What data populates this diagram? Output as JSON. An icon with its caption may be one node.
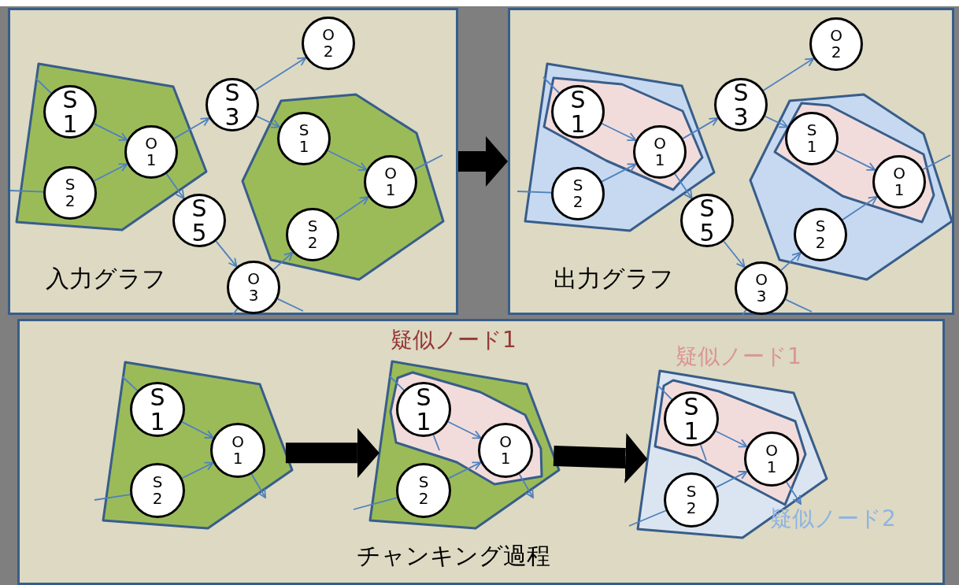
{
  "diagram": {
    "nodes": [
      {
        "text": [
          "入力グラフ"
        ]
      },
      {
        "text": [],
        "shape": "polygon",
        "in": 0
      },
      {
        "text": [
          "S 1"
        ],
        "in": 1
      },
      {
        "text": [
          "S 2"
        ],
        "in": 1
      },
      {
        "text": [
          "O 1"
        ],
        "in": 1
      },
      {
        "text": [
          "S 3"
        ],
        "in": 0
      },
      {
        "text": [
          "O 2"
        ],
        "in": 0
      },
      {
        "text": [],
        "shape": "polygon",
        "in": 0
      },
      {
        "text": [
          "S 1"
        ],
        "in": 7
      },
      {
        "text": [
          "O 1"
        ],
        "in": 7
      },
      {
        "text": [
          "S 2"
        ],
        "in": 7
      },
      {
        "text": [
          "S 5"
        ],
        "in": 0
      },
      {
        "text": [
          "O 3"
        ],
        "in": 0
      },
      {
        "text": [
          "出力グラフ"
        ]
      },
      {
        "text": [],
        "shape": "polygon",
        "in": 13
      },
      {
        "text": [],
        "shape": "polygon",
        "in": 14
      },
      {
        "text": [
          "S 1"
        ],
        "in": 15
      },
      {
        "text": [
          "O 1"
        ],
        "in": 15
      },
      {
        "text": [
          "S 2"
        ],
        "in": 14
      },
      {
        "text": [
          "S 3"
        ],
        "in": 13
      },
      {
        "text": [
          "O 2"
        ],
        "in": 13
      },
      {
        "text": [],
        "shape": "polygon",
        "in": 13
      },
      {
        "text": [],
        "shape": "polygon",
        "in": 21
      },
      {
        "text": [
          "S 1"
        ],
        "in": 22
      },
      {
        "text": [
          "O 1"
        ],
        "in": 22
      },
      {
        "text": [
          "S 2"
        ],
        "in": 21
      },
      {
        "text": [
          "S 5"
        ],
        "in": 13
      },
      {
        "text": [
          "O 3"
        ],
        "in": 13
      },
      {
        "text": [
          "チャンキング過程"
        ]
      },
      {
        "text": [],
        "shape": "polygon",
        "in": 28
      },
      {
        "text": [
          "S 1"
        ],
        "in": 29
      },
      {
        "text": [
          "S 2"
        ],
        "in": 29
      },
      {
        "text": [
          "O 1"
        ],
        "in": 29
      },
      {
        "text": [],
        "shape": "polygon",
        "in": 28
      },
      {
        "text": [
          "疑似ノード1"
        ],
        "in": 33
      },
      {
        "text": [
          "S 1"
        ],
        "in": 34
      },
      {
        "text": [
          "O 1"
        ],
        "in": 34
      },
      {
        "text": [
          "S 2"
        ],
        "in": 33
      },
      {
        "text": [
          "疑似ノード2"
        ],
        "in": 28
      },
      {
        "text": [
          "疑似ノード1"
        ],
        "in": 38
      },
      {
        "text": [
          "S 1"
        ],
        "in": 39
      },
      {
        "text": [
          "O 1"
        ],
        "in": 39
      },
      {
        "text": [
          "S 2"
        ],
        "in": 38
      }
    ],
    "edges": [
      {
        "from": null,
        "to": 2,
        "arrow": "none"
      },
      {
        "from": 2,
        "to": 4,
        "arrow": "to"
      },
      {
        "from": null,
        "to": 3,
        "arrow": "none"
      },
      {
        "from": 3,
        "to": 4,
        "arrow": "to"
      },
      {
        "from": 4,
        "to": 5,
        "arrow": "to"
      },
      {
        "from": 5,
        "to": 6,
        "arrow": "to"
      },
      {
        "from": 4,
        "to": 11,
        "arrow": "to"
      },
      {
        "from": 5,
        "to": 8,
        "arrow": "to"
      },
      {
        "from": 8,
        "to": 9,
        "arrow": "to"
      },
      {
        "from": 10,
        "to": 9,
        "arrow": "to"
      },
      {
        "from": 9,
        "to": null,
        "arrow": "none"
      },
      {
        "from": 11,
        "to": 12,
        "arrow": "to"
      },
      {
        "from": 12,
        "to": 10,
        "arrow": "to"
      },
      {
        "from": 12,
        "to": null,
        "arrow": "none"
      },
      {
        "from": 12,
        "to": null,
        "arrow": "none"
      },
      {
        "from": 0,
        "to": 13,
        "arrow": "to",
        "style": "thick",
        "color": "#000000"
      },
      {
        "from": null,
        "to": 16,
        "arrow": "none"
      },
      {
        "from": 16,
        "to": 17,
        "arrow": "to"
      },
      {
        "from": null,
        "to": 18,
        "arrow": "none"
      },
      {
        "from": 18,
        "to": 17,
        "arrow": "to"
      },
      {
        "from": 17,
        "to": 19,
        "arrow": "to"
      },
      {
        "from": 19,
        "to": 20,
        "arrow": "to"
      },
      {
        "from": 17,
        "to": 26,
        "arrow": "to"
      },
      {
        "from": 19,
        "to": 23,
        "arrow": "to"
      },
      {
        "from": 23,
        "to": 24,
        "arrow": "to"
      },
      {
        "from": 25,
        "to": 24,
        "arrow": "to"
      },
      {
        "from": 24,
        "to": null,
        "arrow": "none"
      },
      {
        "from": 26,
        "to": 27,
        "arrow": "to"
      },
      {
        "from": 27,
        "to": 25,
        "arrow": "to"
      },
      {
        "from": 27,
        "to": null,
        "arrow": "none"
      },
      {
        "from": 27,
        "to": null,
        "arrow": "none"
      },
      {
        "from": null,
        "to": 30,
        "arrow": "none"
      },
      {
        "from": 30,
        "to": 32,
        "arrow": "to"
      },
      {
        "from": null,
        "to": 31,
        "arrow": "none"
      },
      {
        "from": 31,
        "to": 32,
        "arrow": "to"
      },
      {
        "from": 32,
        "to": null,
        "arrow": "to"
      },
      {
        "from": 29,
        "to": 33,
        "arrow": "to",
        "style": "thick",
        "color": "#000000"
      },
      {
        "from": null,
        "to": 35,
        "arrow": "none"
      },
      {
        "from": 35,
        "to": 36,
        "arrow": "to"
      },
      {
        "from": 35,
        "to": null,
        "arrow": "none"
      },
      {
        "from": null,
        "to": 37,
        "arrow": "none"
      },
      {
        "from": 37,
        "to": 36,
        "arrow": "to"
      },
      {
        "from": 36,
        "to": null,
        "arrow": "to"
      },
      {
        "from": 33,
        "to": 38,
        "arrow": "to",
        "style": "thick",
        "color": "#000000"
      },
      {
        "from": null,
        "to": 40,
        "arrow": "none"
      },
      {
        "from": 40,
        "to": 41,
        "arrow": "to"
      },
      {
        "from": 40,
        "to": null,
        "arrow": "none"
      },
      {
        "from": null,
        "to": 42,
        "arrow": "none"
      },
      {
        "from": 42,
        "to": 41,
        "arrow": "to"
      },
      {
        "from": 41,
        "to": null,
        "arrow": "to"
      }
    ]
  }
}
